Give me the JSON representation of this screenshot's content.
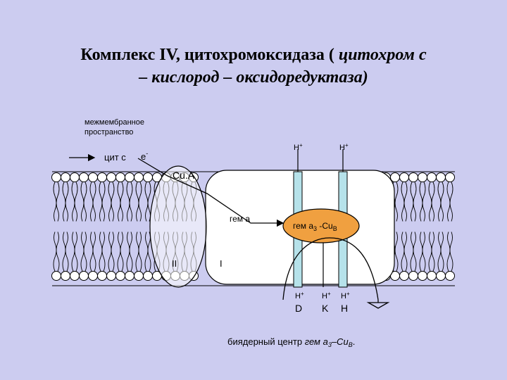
{
  "title": {
    "line1_plain": "Комплекс IV,  цитохромоксидаза  ( ",
    "line1_italic": "цитохром с",
    "line2_italic": "– кислород – оксидоредуктаза)"
  },
  "labels": {
    "intermembrane_line1": "межмембранное",
    "intermembrane_line2": "пространство",
    "cyt_c": "цит с",
    "electron": "е",
    "electron_sup": "-",
    "cua": "Cu.A",
    "heme_a": "гем а",
    "heme_a3_prefix": "гем а",
    "heme_a3_sub": "3",
    "heme_a3_mid": " -Cu",
    "heme_a3_sub2": "B",
    "subunit_ii": "II",
    "subunit_i": "I",
    "h": "H",
    "h_sup": "+",
    "channel_d": "D",
    "channel_k": "K",
    "channel_h": "H",
    "binuclear_plain": "биядерный центр ",
    "binuclear_italic": "гем а",
    "binuclear_sub": "3",
    "binuclear_tail": "–Cu",
    "binuclear_sub2": "B",
    "binuclear_end": "."
  },
  "colors": {
    "background": "#ccccf0",
    "heme_a3": "#f0a040",
    "channel": "#b6e2ea",
    "complex": "#ffffff"
  }
}
